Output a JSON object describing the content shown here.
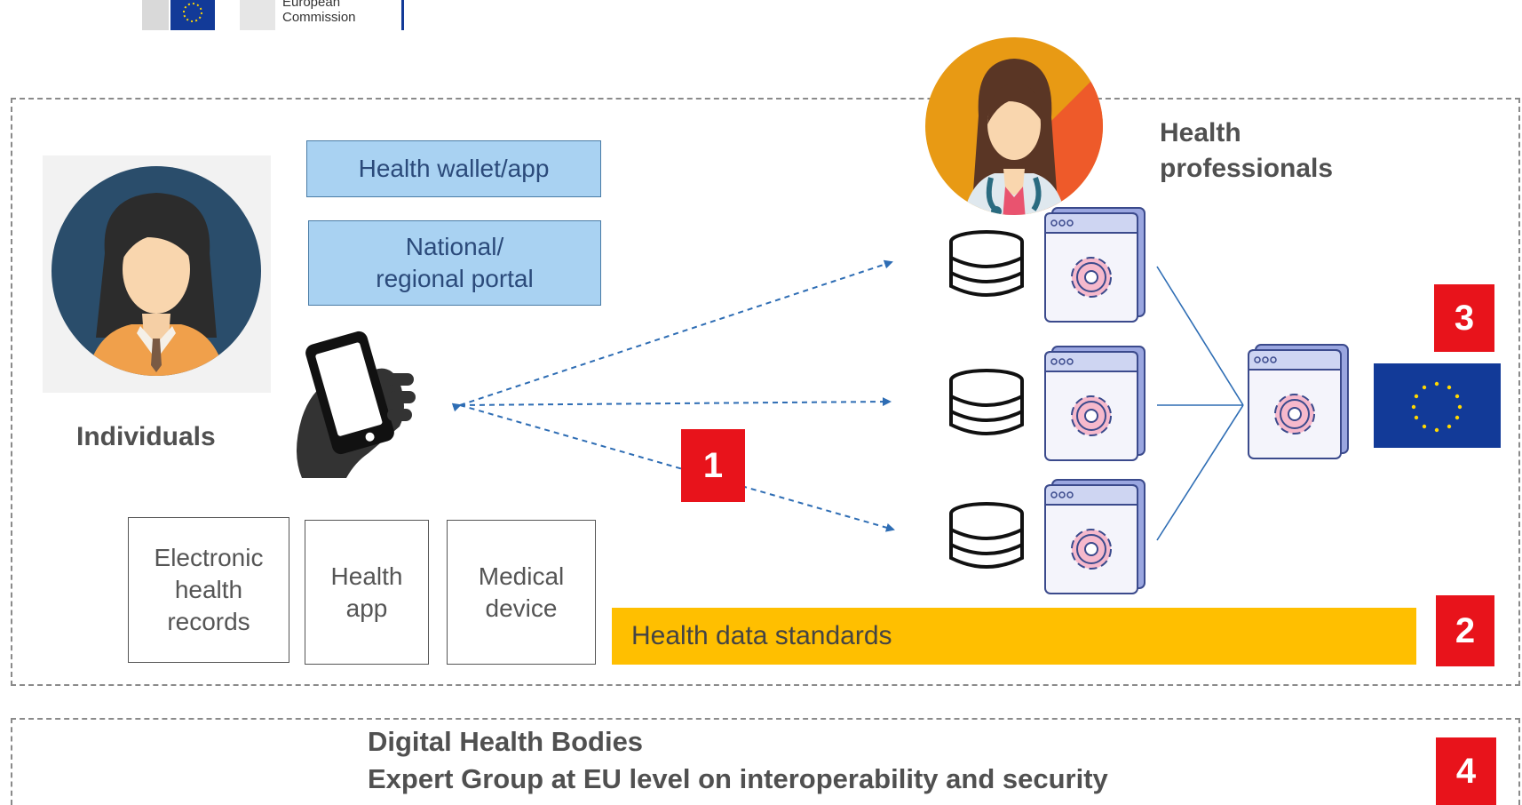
{
  "logo": {
    "line1": "European",
    "line2": "Commission"
  },
  "individuals": {
    "label": "Individuals",
    "channels": [
      "Health wallet/app",
      "National/\nregional portal"
    ],
    "sources": [
      "Electronic\nhealth\nrecords",
      "Health\napp",
      "Medical\ndevice"
    ]
  },
  "professionals": {
    "label": "Health\nprofessionals"
  },
  "standards": {
    "label": "Health data standards"
  },
  "bodies": {
    "line1": "Digital Health Bodies",
    "line2": "Expert Group at EU level on interoperability and security"
  },
  "markers": [
    "1",
    "2",
    "3",
    "4"
  ],
  "colors": {
    "marker_red": "#e8131b",
    "standards_yellow": "#ffbf00",
    "channel_blue": "#a9d2f2",
    "eu_blue": "#123a98",
    "arrow_blue": "#2e6db4"
  }
}
